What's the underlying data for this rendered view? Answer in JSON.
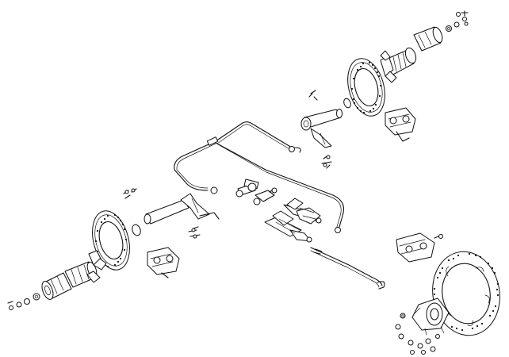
{
  "diagram": {
    "kind": "exploded-view line drawing",
    "colors": {
      "line": "#111111",
      "background": "#ffffff"
    },
    "parts": [
      "front-brake-disc",
      "front-brake-caliper",
      "front-hub",
      "front-spindle",
      "front-stub-axle",
      "rear-brake-disc",
      "rear-brake-caliper",
      "rear-hub",
      "rear-spindle",
      "brake-line",
      "brake-master-cylinders",
      "brake-pedal-bracket",
      "bolts-and-washers"
    ]
  }
}
